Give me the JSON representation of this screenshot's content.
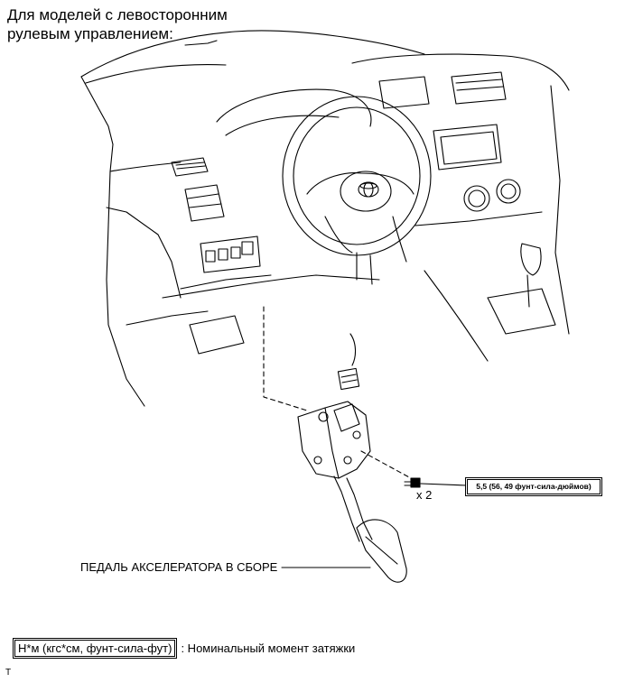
{
  "title_line1": "Для моделей с левосторонним",
  "title_line2": "рулевым управлением:",
  "torque_spec": "5,5 (56, 49 фунт-сила-дюймов)",
  "bolt_quantity": "x 2",
  "part_label": "ПЕДАЛЬ АКСЕЛЕРАТОРА В СБОРЕ",
  "legend": {
    "units": "Н*м (кгс*см, фунт-сила-фут)",
    "description": ": Номинальный момент затяжки"
  },
  "footer_mark": "T",
  "icons": [
    "toyota-logo-icon",
    "bolt-icon",
    "connector-icon"
  ]
}
